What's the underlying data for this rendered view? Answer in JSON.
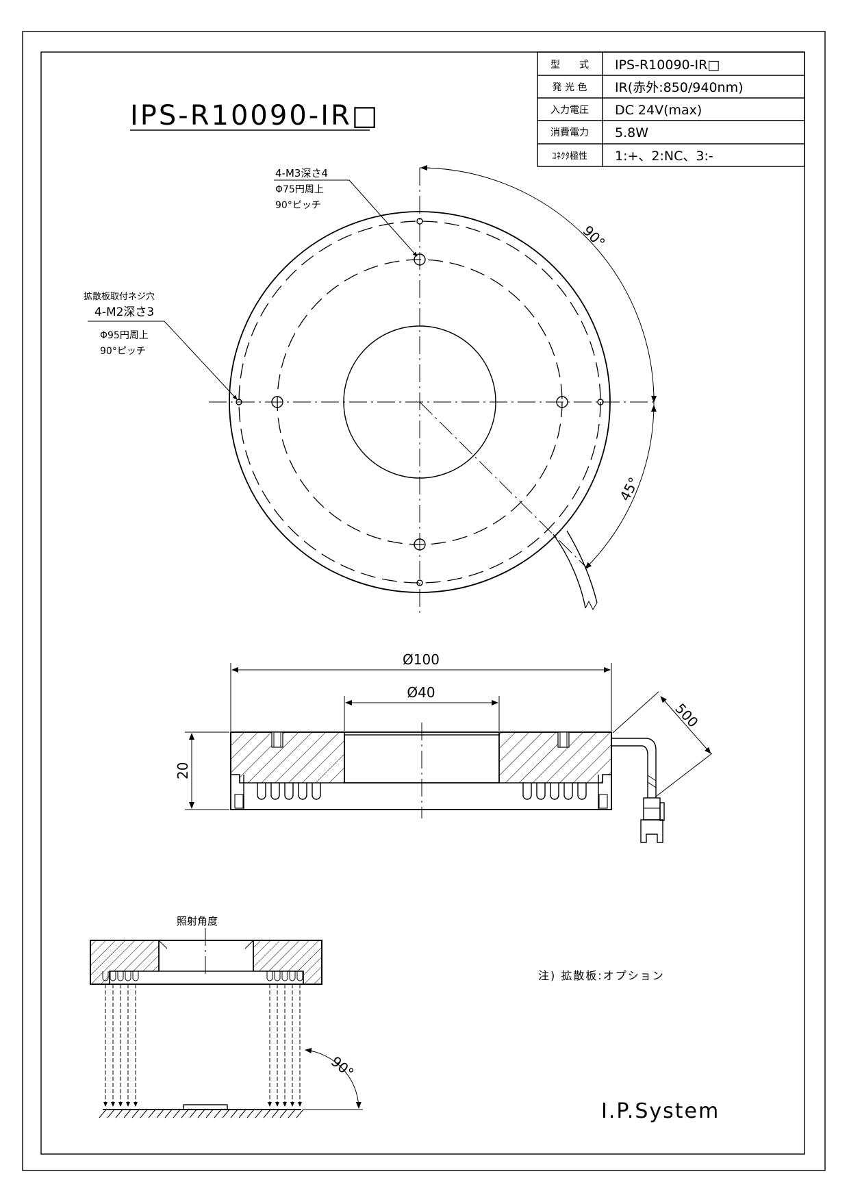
{
  "title": "IPS-R10090-IR□",
  "spec_table": [
    {
      "label": "型　　式",
      "value": "IPS-R10090-IR□"
    },
    {
      "label": "発 光 色",
      "value": "IR(赤外:850/940nm)"
    },
    {
      "label": "入力電圧",
      "value": "DC 24V(max)"
    },
    {
      "label": "消費電力",
      "value": "5.8W"
    },
    {
      "label": "ｺﾈｸﾀ極性",
      "value": "1:+、2:NC、3:-"
    }
  ],
  "top_view": {
    "m3_note": [
      "4-M3深さ4",
      "Φ75円周上",
      "90°ピッチ"
    ],
    "m2_note": [
      "拡散板取付ネジ穴",
      "4-M2深さ3",
      "Φ95円周上",
      "90°ピッチ"
    ],
    "angle_90": "90°",
    "angle_45": "45°"
  },
  "section_view": {
    "dim_outer": "Ø100",
    "dim_inner": "Ø40",
    "dim_height": "20",
    "dim_cable": "500"
  },
  "beam_view": {
    "label": "照射角度",
    "angle": "90°"
  },
  "note": "注) 拡散板:オプション",
  "company": "I.P.System"
}
